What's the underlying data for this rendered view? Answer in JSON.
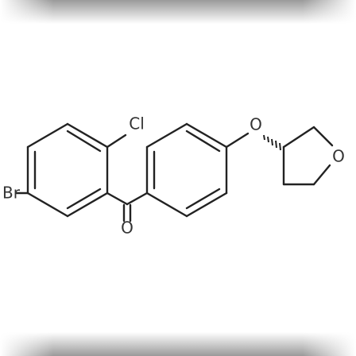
{
  "molecule": {
    "atoms": {
      "chlorine": "Cl",
      "bromine": "Br",
      "carbonyl_oxygen": "O",
      "ether_oxygen": "O",
      "ring_oxygen": "O"
    }
  },
  "colors": {
    "bond": "#222222",
    "label": "#333333",
    "frame_bar": "#9a9a9a",
    "background": "#ffffff"
  }
}
